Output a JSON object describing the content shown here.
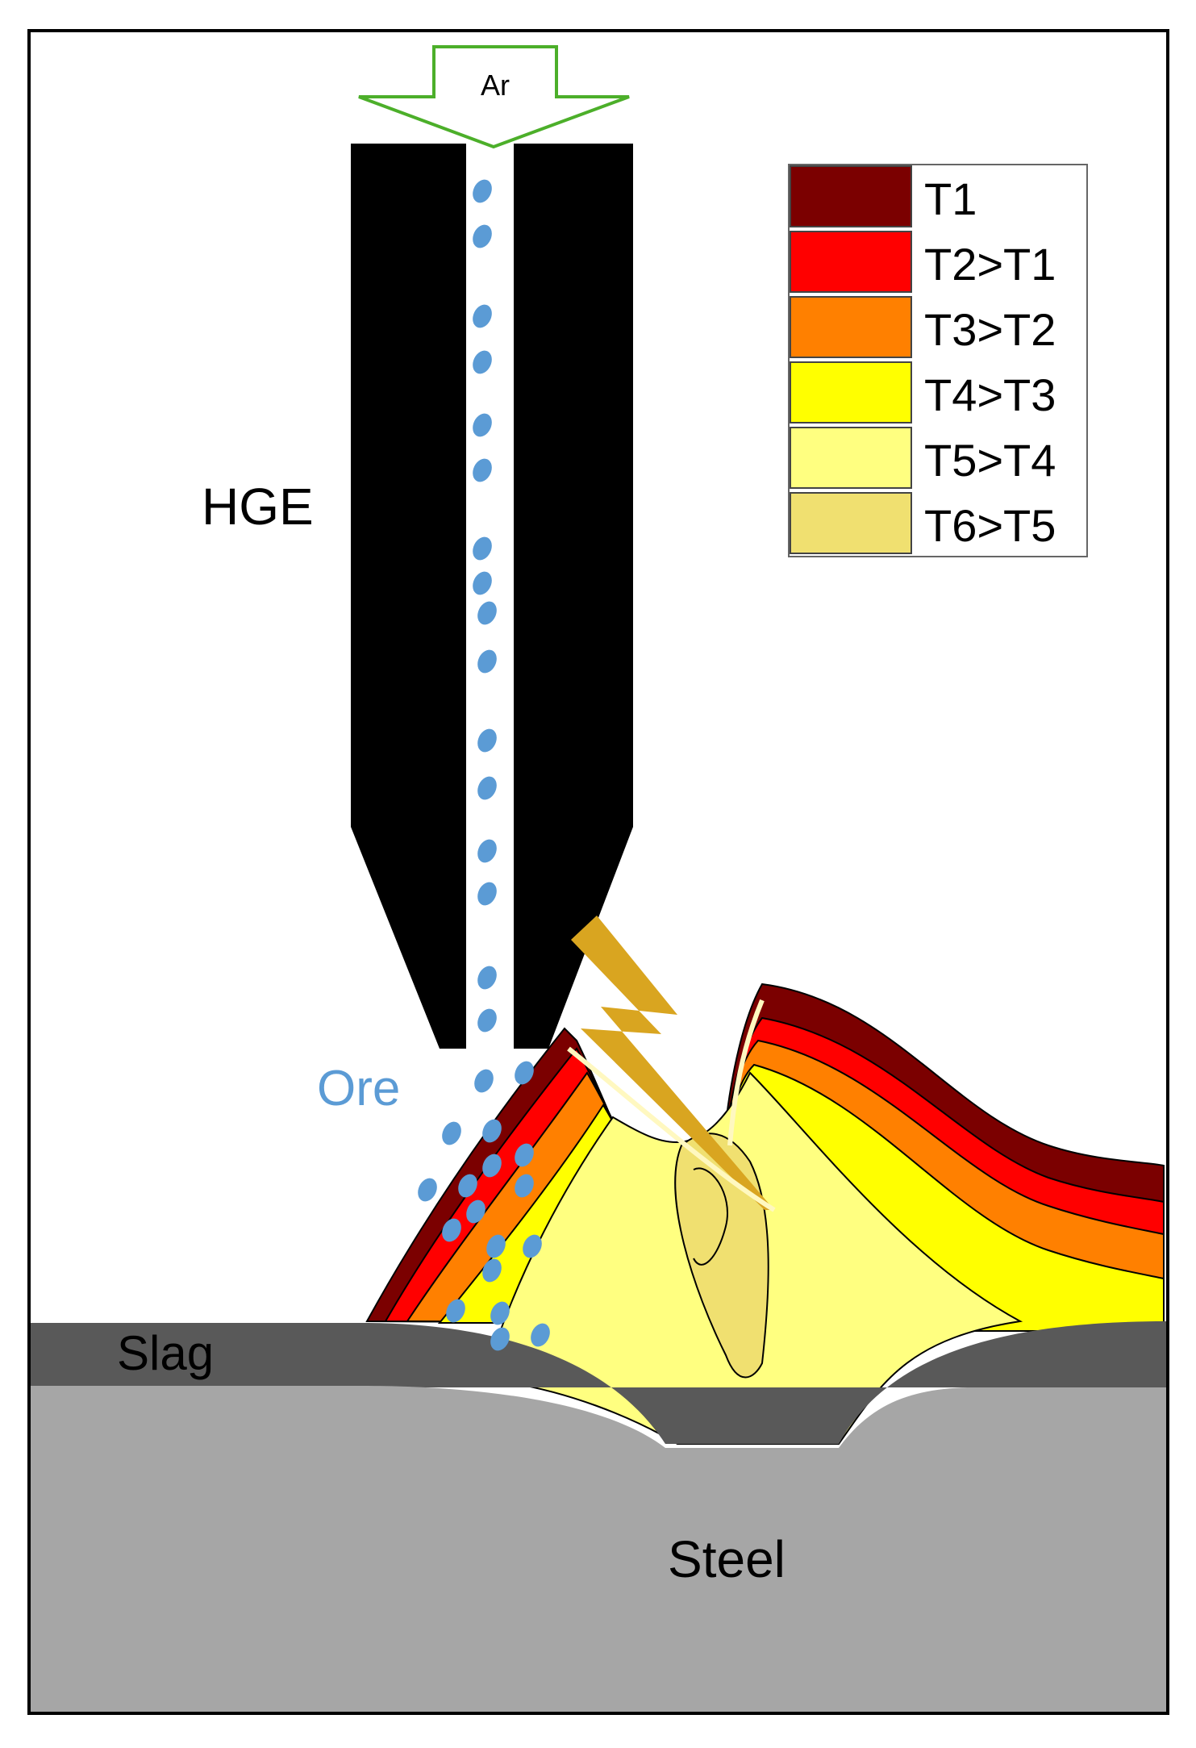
{
  "labels": {
    "gas": "Ar",
    "electrode": "HGE",
    "ore": "Ore",
    "slag": "Slag",
    "steel": "Steel"
  },
  "legend": {
    "items": [
      {
        "label": "T1",
        "color": "#7b0000"
      },
      {
        "label": "T2>T1",
        "color": "#ff0000"
      },
      {
        "label": "T3>T2",
        "color": "#ff8000"
      },
      {
        "label": "T4>T3",
        "color": "#ffff00"
      },
      {
        "label": "T5>T4",
        "color": "#ffff80"
      },
      {
        "label": "T6>T5",
        "color": "#f0e070"
      }
    ]
  },
  "colors": {
    "electrode": "#000000",
    "ore_particles": "#5b9bd5",
    "ore_label": "#5b9bd5",
    "gas_arrow": "#4caf2a",
    "arc": "#d9a520",
    "slag": "#595959",
    "steel": "#a6a6a6"
  }
}
